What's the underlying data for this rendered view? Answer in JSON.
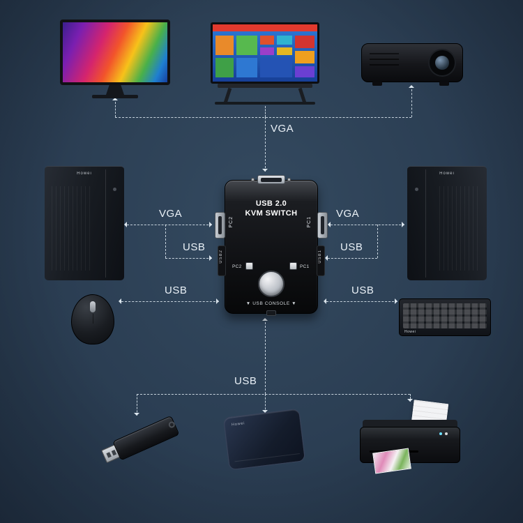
{
  "connections": {
    "vga_top": "VGA",
    "vga_left": "VGA",
    "vga_right": "VGA",
    "usb_left_mid": "USB",
    "usb_right_mid": "USB",
    "usb_left_low": "USB",
    "usb_right_low": "USB",
    "usb_bottom": "USB"
  },
  "kvm": {
    "title_line1": "USB 2.0",
    "title_line2": "KVM SWITCH",
    "port_left": "PC2",
    "port_right": "PC1",
    "usb_port_left": "USB2",
    "usb_port_right": "USB1",
    "button_left": "PC2",
    "button_right": "PC1",
    "console_label": "▼ USB CONSOLE ▼"
  },
  "devices": {
    "tower_left_brand": "Howei",
    "tower_right_brand": "Howei",
    "keyboard_brand": "Howei",
    "hdd_brand": "Howei"
  }
}
